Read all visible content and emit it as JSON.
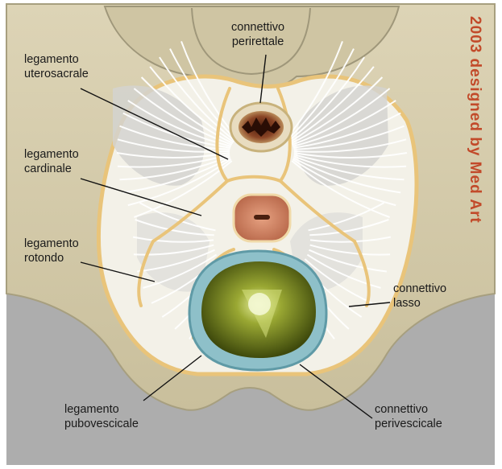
{
  "labels": {
    "connettivo_perirettale": [
      "connettivo",
      "perirettale"
    ],
    "legamento_uterosacrale": [
      "legamento",
      "uterosacrale"
    ],
    "legamento_cardinale": [
      "legamento",
      "cardinale"
    ],
    "legamento_rotondo": [
      "legamento",
      "rotondo"
    ],
    "connettivo_lasso": [
      "connettivo",
      "lasso"
    ],
    "legamento_pubovescicale": [
      "legamento",
      "pubovescicale"
    ],
    "connettivo_perivescicale": [
      "connettivo",
      "perivescicale"
    ]
  },
  "credit": "2003 designed by Med Art",
  "colors": {
    "bone": "#d7ceae",
    "bone_shadow": "#a79f7f",
    "background_gray": "#adadad",
    "fascia_white": "#eeeeea",
    "ligament_yellow": "#e9c47a",
    "rectum_brown": "#8a4526",
    "uterus_salmon": "#d98a68",
    "bladder_green": "#6f7d1c",
    "bladder_rim_blue": "#7ab3bf",
    "credit_red": "#c24a2a"
  }
}
